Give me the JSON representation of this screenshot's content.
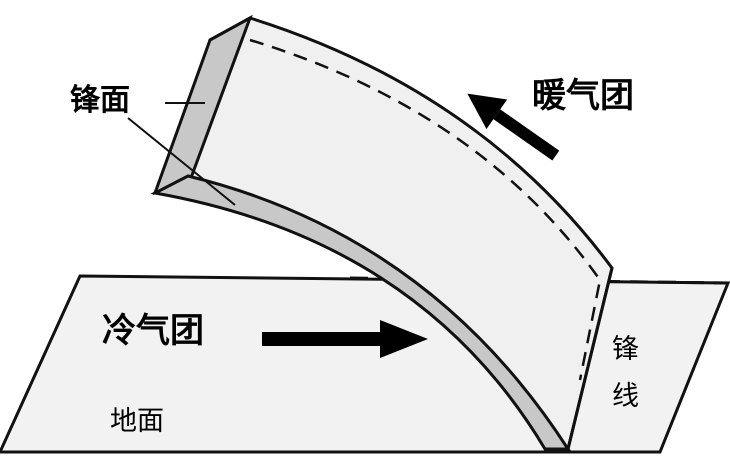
{
  "labels": {
    "front_surface": "锋面",
    "warm_air_mass": "暖气团",
    "cold_air_mass": "冷气团",
    "ground": "地面",
    "front_line_char1": "锋",
    "front_line_char2": "线"
  },
  "colors": {
    "surface_fill": "#f0f0f0",
    "ground_fill": "#f2f2f2",
    "band_fill": "#c8c8c8",
    "outline": "#111111",
    "arrow": "#000000"
  }
}
